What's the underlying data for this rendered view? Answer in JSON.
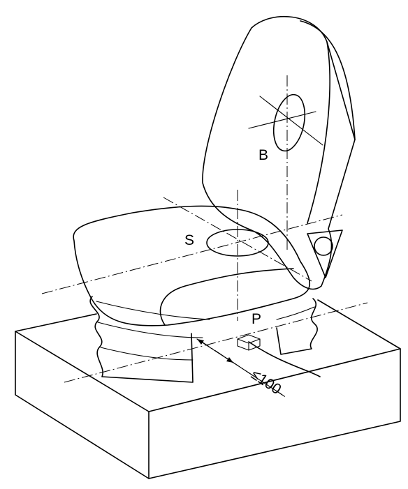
{
  "labels": {
    "backrest_point": "B",
    "seat_point": "S",
    "reference_point": "P",
    "distance": "≤100"
  },
  "colors": {
    "line": "#000000",
    "background": "#ffffff"
  }
}
